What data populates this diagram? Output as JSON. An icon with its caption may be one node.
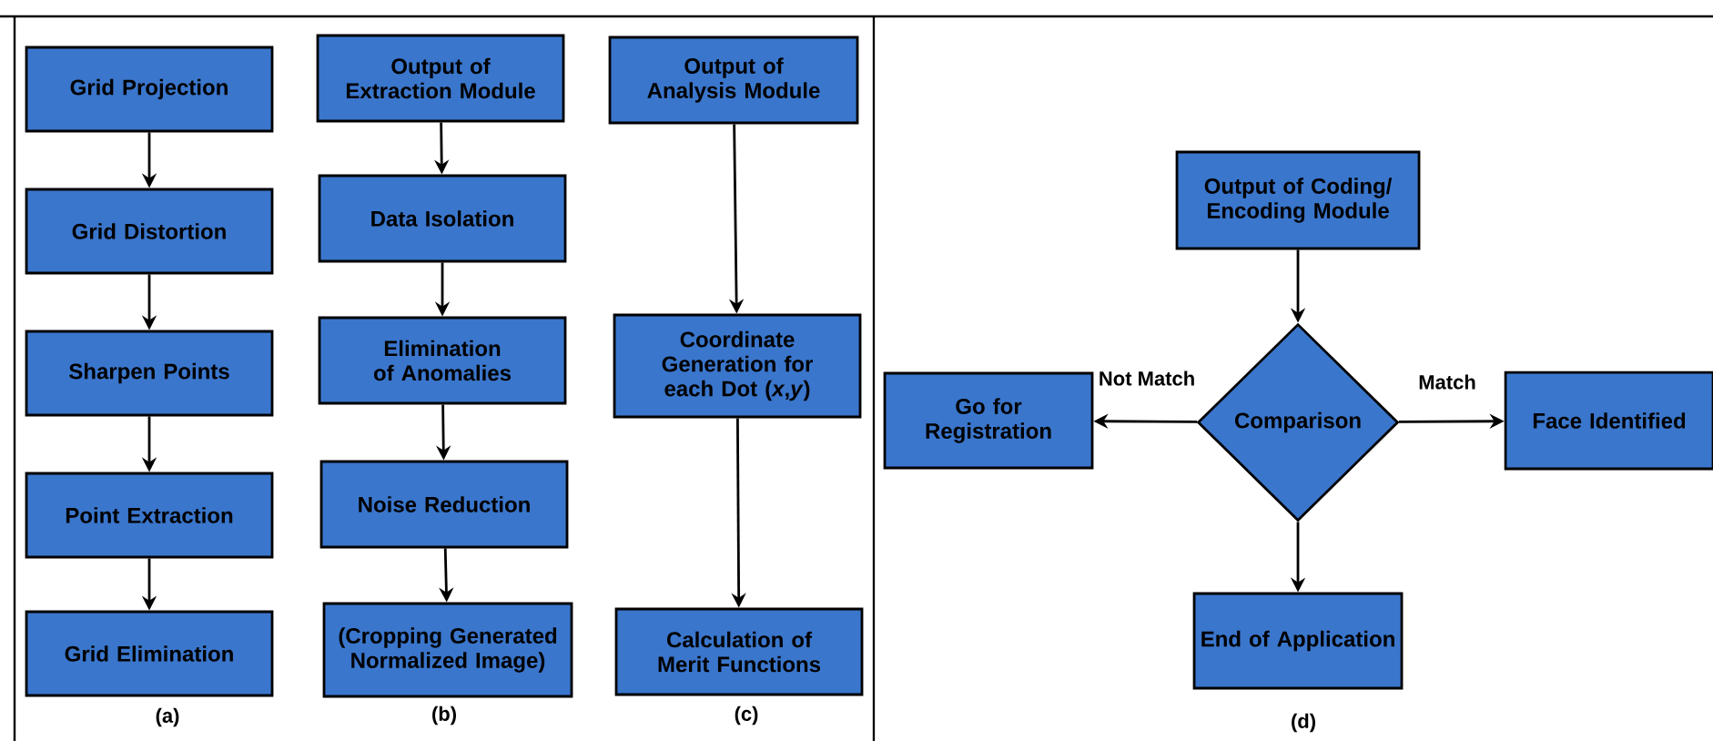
{
  "diagram": {
    "nodes": [
      {
        "text": [
          "Grid Projection"
        ]
      },
      {
        "text": [
          "Grid Distortion"
        ]
      },
      {
        "text": [
          "Sharpen Points"
        ]
      },
      {
        "text": [
          "Point Extraction"
        ]
      },
      {
        "text": [
          "Grid Elimination"
        ]
      },
      {
        "text": [
          "Output of Extraction Module"
        ]
      },
      {
        "text": [
          "Data Isolation"
        ]
      },
      {
        "text": [
          "Elimination of Anomalies"
        ]
      },
      {
        "text": [
          "Noise Reduction"
        ]
      },
      {
        "text": [
          "(Cropping Generated Normalized Image)"
        ]
      },
      {
        "text": [
          "Output of Analysis Module"
        ]
      },
      {
        "text": [
          "Coordinate Generation for each Dot (*x*,*y*)"
        ]
      },
      {
        "text": [
          "Calculation of Merit Functions"
        ]
      },
      {
        "text": [
          "Output of Coding/ Encoding Module"
        ]
      },
      {
        "text": [
          "Comparison"
        ]
      },
      {
        "text": [
          "Go for Registration"
        ]
      },
      {
        "text": [
          "Face Identified"
        ]
      },
      {
        "text": [
          "End of Application"
        ]
      }
    ],
    "edges": [
      {
        "from": 0,
        "to": 1,
        "arrow": "to"
      },
      {
        "from": 1,
        "to": 2,
        "arrow": "to"
      },
      {
        "from": 2,
        "to": 3,
        "arrow": "to"
      },
      {
        "from": 3,
        "to": 4,
        "arrow": "to"
      },
      {
        "from": 5,
        "to": 6,
        "arrow": "to"
      },
      {
        "from": 6,
        "to": 7,
        "arrow": "to"
      },
      {
        "from": 7,
        "to": 8,
        "arrow": "to"
      },
      {
        "from": 8,
        "to": 9,
        "arrow": "to"
      },
      {
        "from": 10,
        "to": 11,
        "arrow": "to"
      },
      {
        "from": 11,
        "to": 12,
        "arrow": "to"
      },
      {
        "from": 13,
        "to": 14,
        "arrow": "to"
      },
      {
        "from": 14,
        "to": 15,
        "arrow": "to",
        "label": "Not Match"
      },
      {
        "from": 14,
        "to": 16,
        "arrow": "to",
        "label": "Match"
      },
      {
        "from": 14,
        "to": 17,
        "arrow": "to"
      }
    ],
    "labels": [
      "(a)",
      "(b)",
      "(c)",
      "(d)"
    ]
  }
}
